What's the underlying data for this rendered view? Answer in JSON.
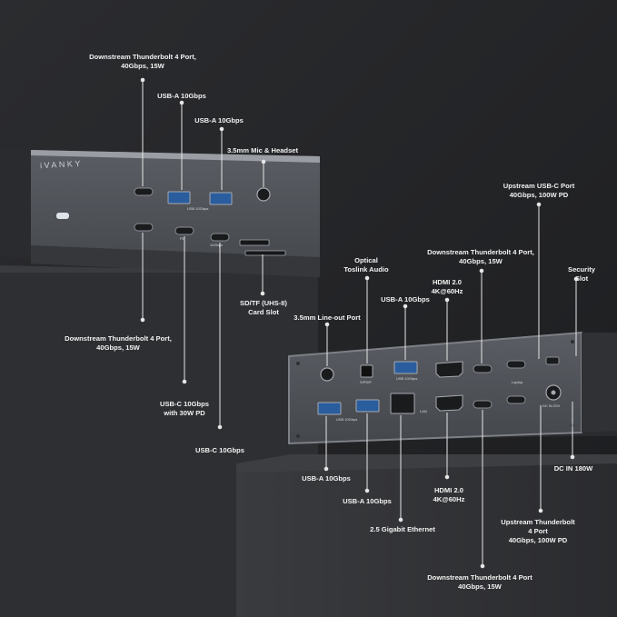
{
  "brand": {
    "logo_text": "iVANKY"
  },
  "colors": {
    "background": "#222325",
    "device_body": "#6e7177",
    "device_face": "#4d5056",
    "label_text": "#f2f2f2",
    "callout_line": "#e6e6e6"
  },
  "left_dock": {
    "labels": {
      "tb4_top": "Downstream Thunderbolt 4 Port,\n40Gbps, 15W",
      "usba_1": "USB-A 10Gbps",
      "usba_2": "USB-A 10Gbps",
      "mic_headset": "3.5mm Mic & Headset",
      "sd_tf": "SD/TF (UHS-II)\nCard Slot",
      "tb4_bottom": "Downstream Thunderbolt 4 Port,\n40Gbps, 15W",
      "usbc_pd": "USB-C 10Gbps\nwith 30W PD",
      "usbc": "USB-C 10Gbps"
    },
    "port_marks": {
      "usb_10gbps": "USB 10Gbps",
      "pd": "PD",
      "usb_c_10gbps": "10Gbps"
    }
  },
  "right_dock": {
    "labels": {
      "line_out": "3.5mm Line-out Port",
      "optical": "Optical\nToslink Audio",
      "usba_top": "USB-A 10Gbps",
      "hdmi_top": "HDMI 2.0\n4K@60Hz",
      "tb4_downstream_top": "Downstream Thunderbolt 4 Port,\n40Gbps, 15W",
      "upstream_usbc": "Upstream USB-C Port\n40Gbps, 100W PD",
      "security_slot": "Security Slot",
      "dc_in": "DC IN 180W",
      "usba_bottom_1": "USB-A 10Gbps",
      "usba_bottom_2": "USB-A 10Gbps",
      "hdmi_bottom": "HDMI 2.0\n4K@60Hz",
      "ethernet": "2.5 Gigabit Ethernet",
      "upstream_tb4": "Upstream Thunderbolt 4 Port\n40Gbps, 100W PD",
      "tb4_downstream_bottom": "Downstream Thunderbolt 4 Port\n40Gbps, 15W"
    },
    "port_marks": {
      "spdif": "S/PDIF",
      "usb_10gbps": "USB 10Gbps",
      "lan": "LAN",
      "laptop": "Laptop",
      "dc_in": "DC IN 20V"
    }
  }
}
